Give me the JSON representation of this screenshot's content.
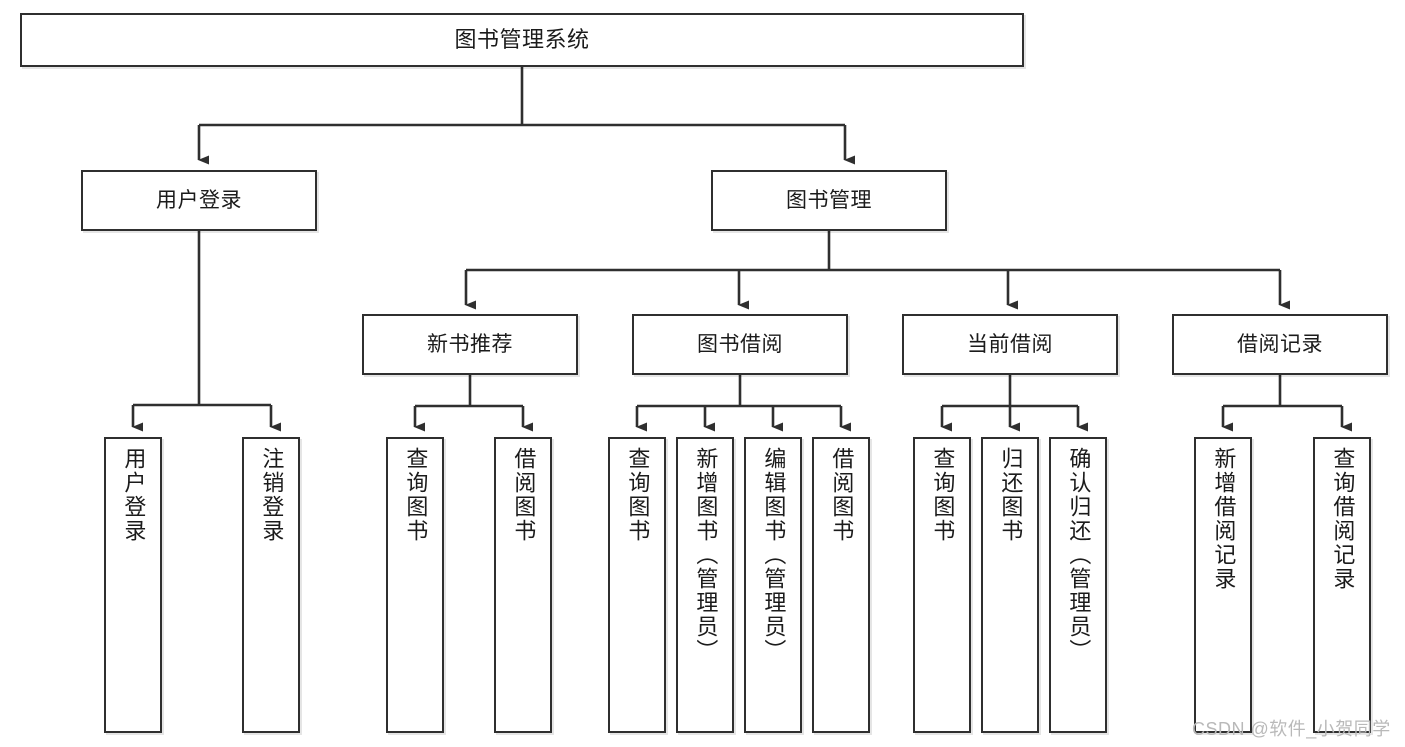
{
  "diagram": {
    "title": "图书管理系统",
    "type": "tree",
    "watermark": "CSDN @软件_小贺同学",
    "colors": {
      "node_border": "#2f2f2f",
      "node_fill": "#ffffff",
      "edge": "#2f2f2f",
      "text": "#1b1b1b",
      "watermark": "#b9b9b9",
      "background": "#ffffff"
    },
    "nodes": {
      "root": {
        "label": "图书管理系统"
      },
      "level2": [
        {
          "id": "user-login",
          "label": "用户登录"
        },
        {
          "id": "book-manage",
          "label": "图书管理"
        }
      ],
      "level3": [
        {
          "id": "new-book-recommend",
          "label": "新书推荐"
        },
        {
          "id": "book-borrow",
          "label": "图书借阅"
        },
        {
          "id": "current-borrow",
          "label": "当前借阅"
        },
        {
          "id": "borrow-record",
          "label": "借阅记录"
        }
      ],
      "leaves": [
        {
          "id": "leaf-user-login",
          "label": "用户登录",
          "parent": "user-login"
        },
        {
          "id": "leaf-user-logout",
          "label": "注销登录",
          "parent": "user-login"
        },
        {
          "id": "leaf-query-book-1",
          "label": "查询图书",
          "parent": "new-book-recommend"
        },
        {
          "id": "leaf-borrow-book-1",
          "label": "借阅图书",
          "parent": "new-book-recommend"
        },
        {
          "id": "leaf-query-book-2",
          "label": "查询图书",
          "parent": "book-borrow"
        },
        {
          "id": "leaf-add-book",
          "label": "新增图书（管理员）",
          "parent": "book-borrow"
        },
        {
          "id": "leaf-edit-book",
          "label": "编辑图书（管理员）",
          "parent": "book-borrow"
        },
        {
          "id": "leaf-borrow-book-2",
          "label": "借阅图书",
          "parent": "book-borrow"
        },
        {
          "id": "leaf-query-book-3",
          "label": "查询图书",
          "parent": "current-borrow"
        },
        {
          "id": "leaf-return-book",
          "label": "归还图书",
          "parent": "current-borrow"
        },
        {
          "id": "leaf-confirm-return",
          "label": "确认归还（管理员）",
          "parent": "current-borrow"
        },
        {
          "id": "leaf-add-record",
          "label": "新增借阅记录",
          "parent": "borrow-record"
        },
        {
          "id": "leaf-query-record",
          "label": "查询借阅记录",
          "parent": "borrow-record"
        }
      ]
    }
  }
}
